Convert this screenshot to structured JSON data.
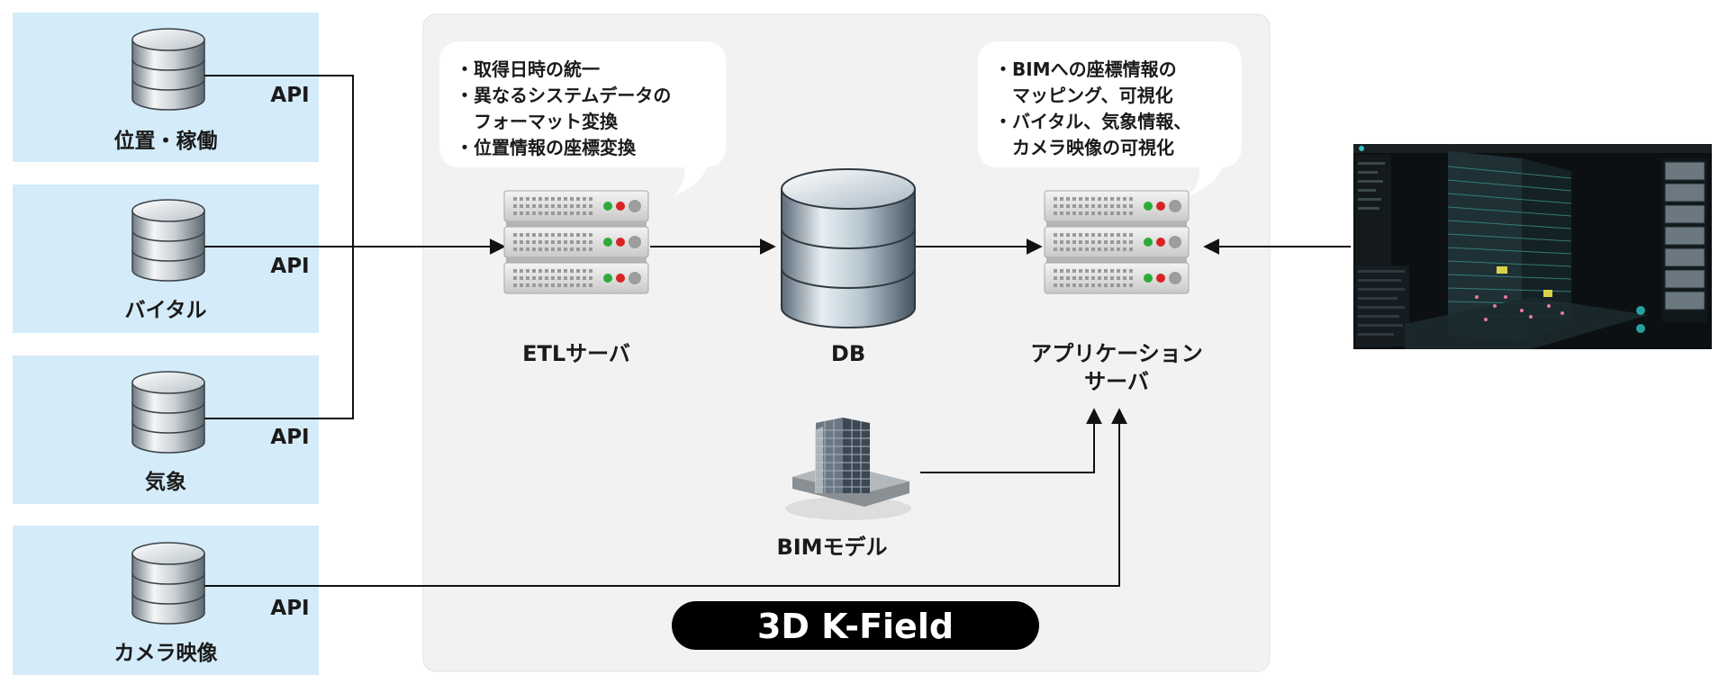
{
  "sources": [
    {
      "label": "位置・稼働",
      "api": "API"
    },
    {
      "label": "バイタル",
      "api": "API"
    },
    {
      "label": "気象",
      "api": "API"
    },
    {
      "label": "カメラ映像",
      "api": "API"
    }
  ],
  "etl": {
    "label": "ETLサーバ",
    "notes": [
      "・取得日時の統一",
      "・異なるシステムデータの",
      "　フォーマット変換",
      "・位置情報の座標変換"
    ]
  },
  "db": {
    "label": "DB"
  },
  "app": {
    "label_line1": "アプリケーション",
    "label_line2": "サーバ",
    "notes": [
      "・BIMへの座標情報の",
      "　マッピング、可視化",
      "・バイタル、気象情報、",
      "　カメラ映像の可視化"
    ]
  },
  "bim": {
    "label": "BIMモデル"
  },
  "system": {
    "name": "3D K-Field"
  },
  "colors": {
    "source_box": "#d4ebf9",
    "panel": "#f2f2f2",
    "title_pill": "#000000"
  }
}
